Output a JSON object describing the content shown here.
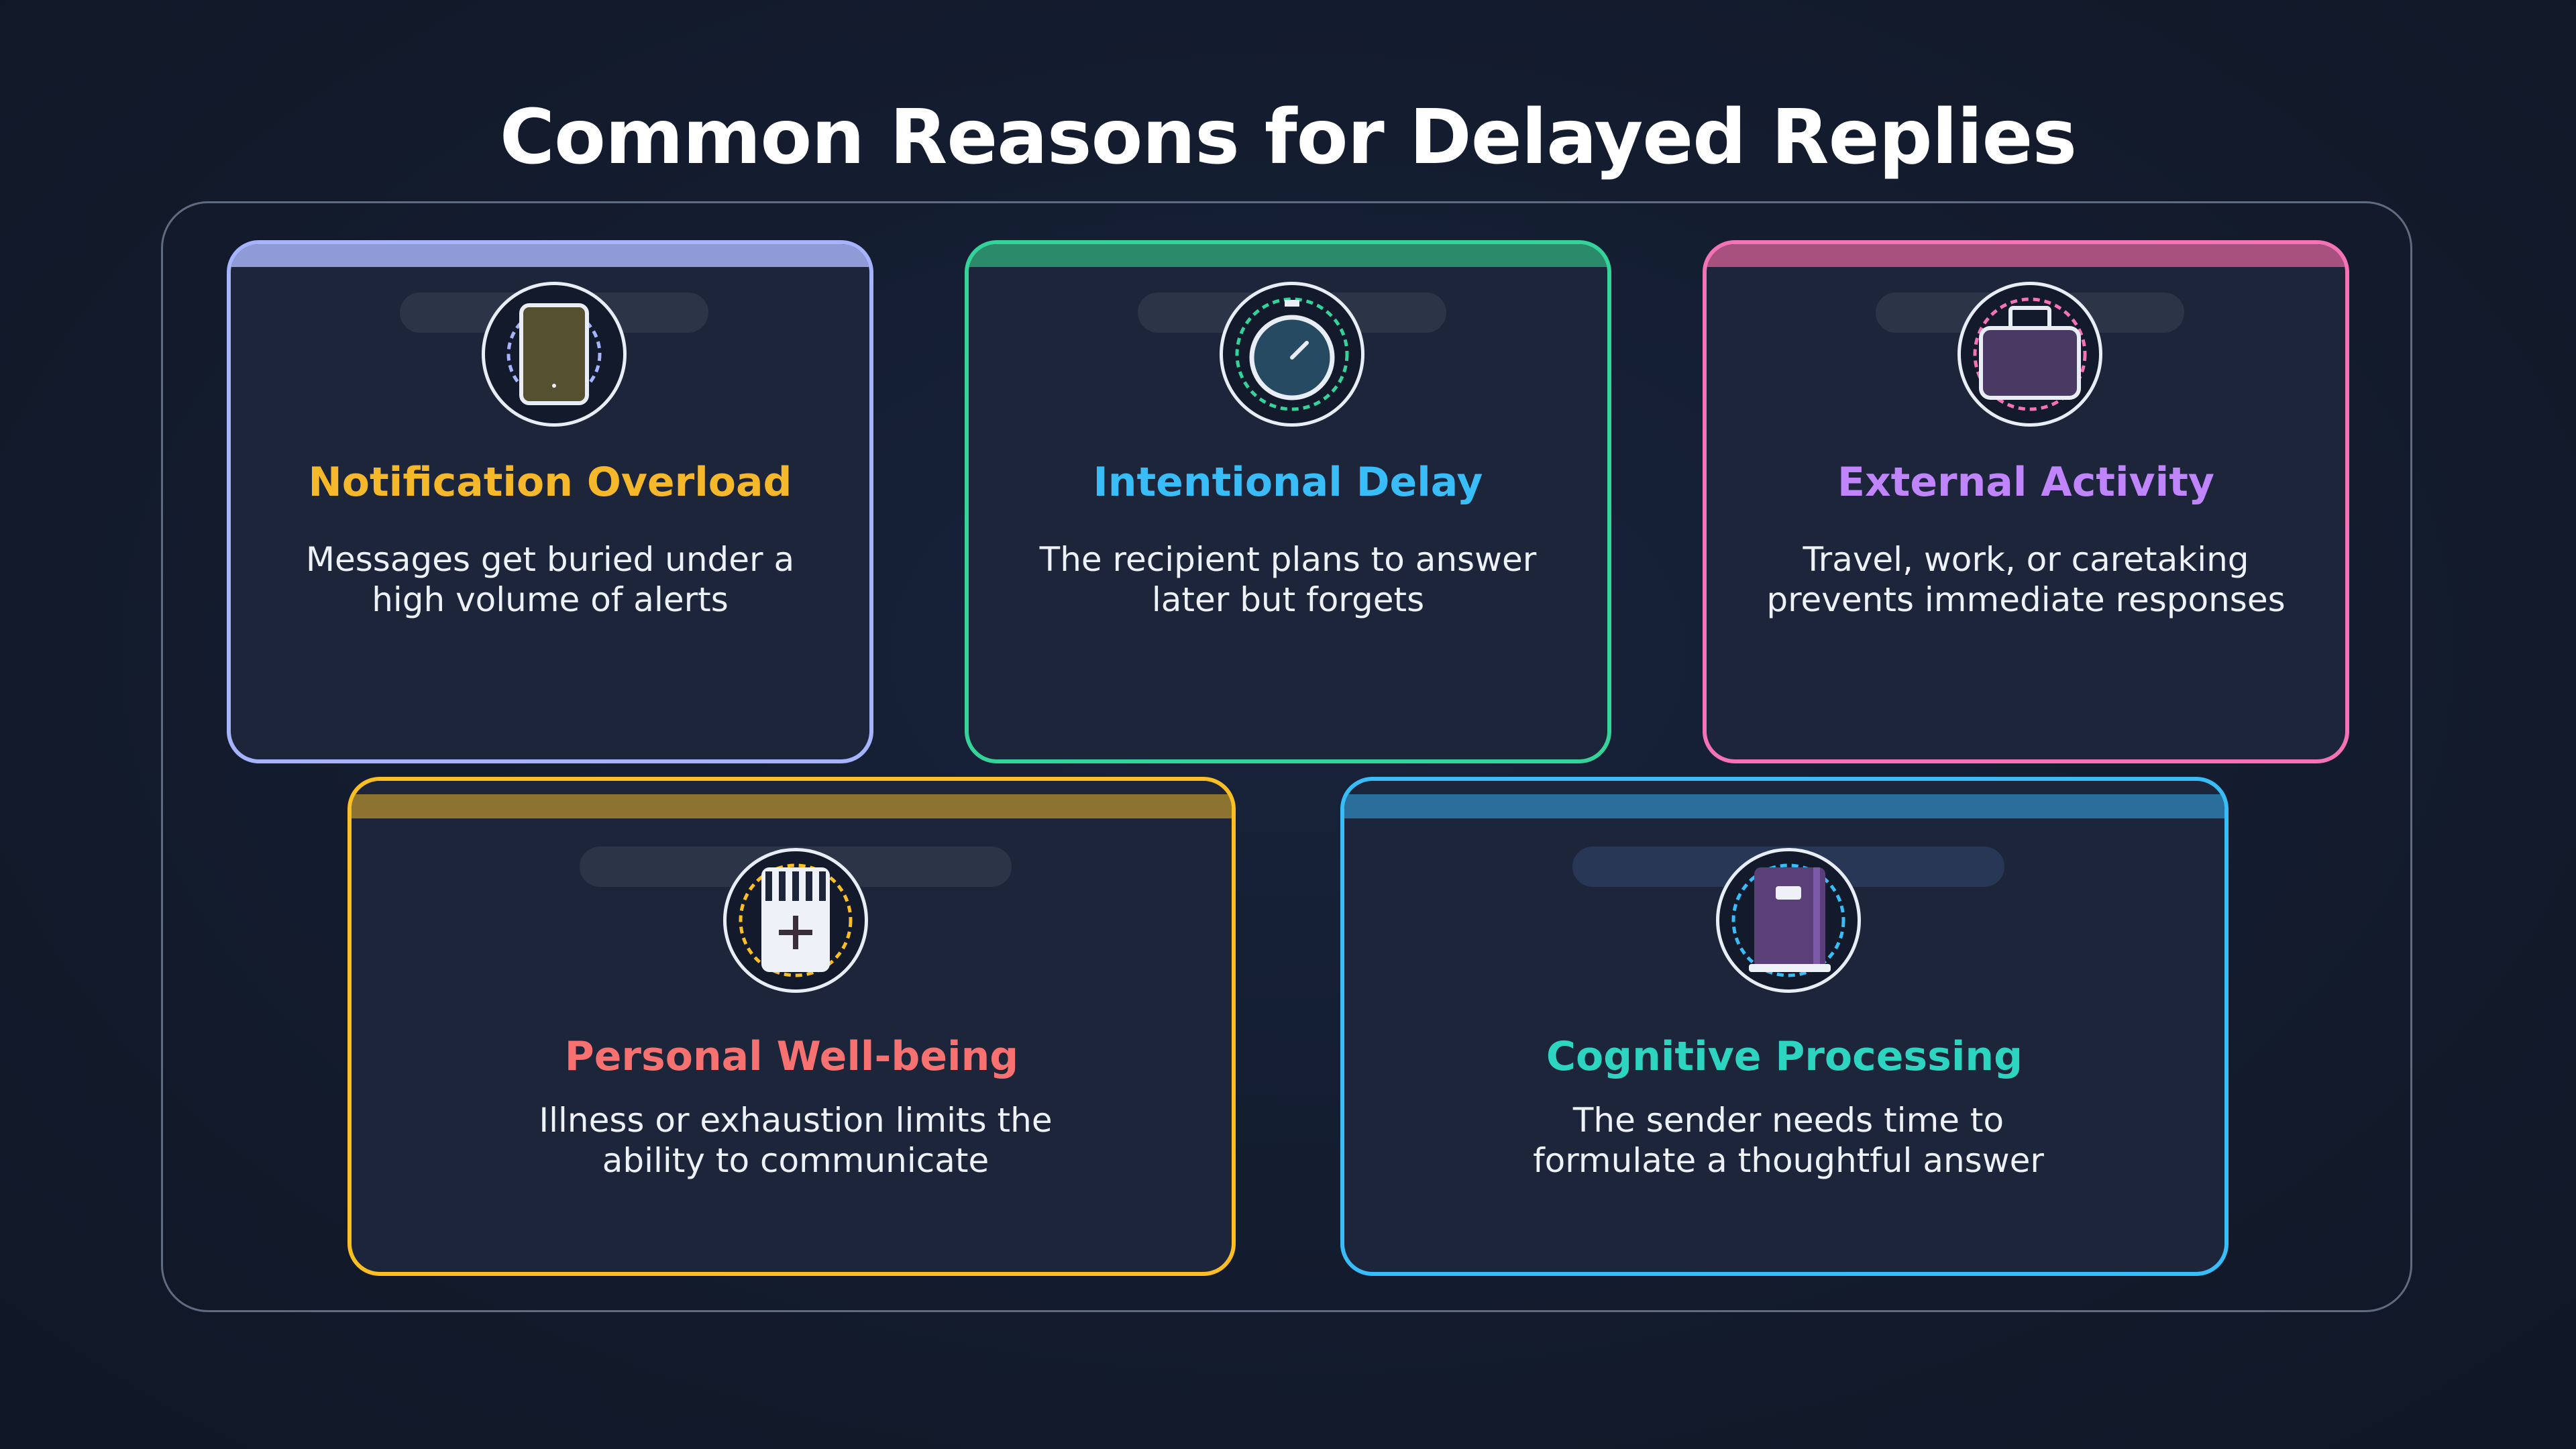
{
  "title": "Common Reasons for Delayed Replies",
  "cards": [
    {
      "title": "Notification Overload",
      "description": "Messages get buried under a high volume of alerts",
      "icon": "phone-icon",
      "accent": "#a5b4fc",
      "title_color": "#f6b82b"
    },
    {
      "title": "Intentional Delay",
      "description": "The recipient plans to answer later but forgets",
      "icon": "stopwatch-icon",
      "accent": "#34d399",
      "title_color": "#38bdf8"
    },
    {
      "title": "External Activity",
      "description": "Travel, work, or caretaking prevents immediate responses",
      "icon": "briefcase-icon",
      "accent": "#f472b6",
      "title_color": "#c084fc"
    },
    {
      "title": "Personal Well-being",
      "description": "Illness or exhaustion limits the ability to communicate",
      "icon": "medical-kit-icon",
      "accent": "#fbbf24",
      "title_color": "#f87171"
    },
    {
      "title": "Cognitive Processing",
      "description": "The sender needs time to formulate a thoughtful answer",
      "icon": "notebook-icon",
      "accent": "#38bdf8",
      "title_color": "#2dd4bf"
    }
  ]
}
